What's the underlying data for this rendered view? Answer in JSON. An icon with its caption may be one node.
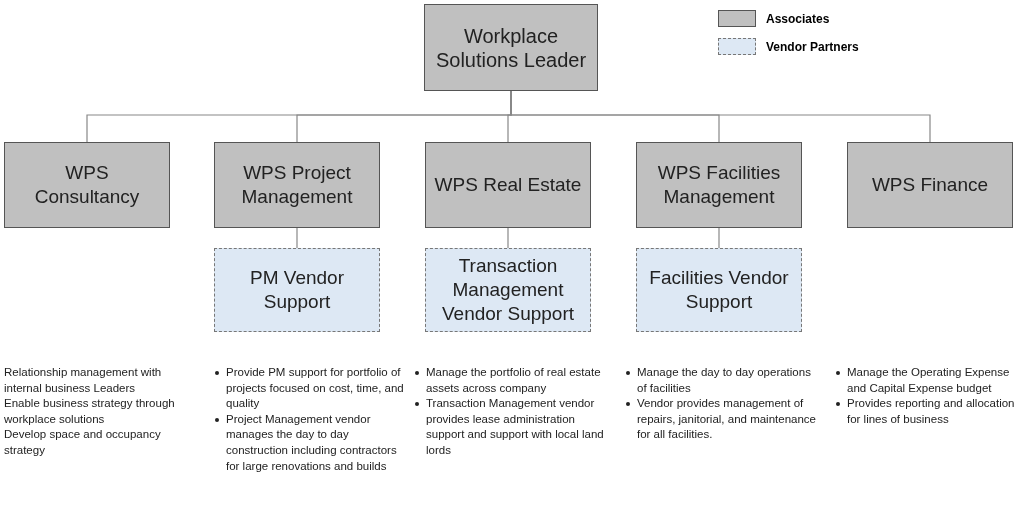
{
  "diagram": {
    "nodes": [
      {
        "text": [
          "Workplace Solutions Leader"
        ]
      },
      {
        "text": [
          "WPS Consultancy"
        ],
        "beside": [
          "Relationship management with internal business Leaders",
          "Enable business strategy through workplace solutions",
          "Develop space and occupancy strategy"
        ]
      },
      {
        "text": [
          "WPS Project Management"
        ],
        "beside": [
          "Provide PM support for portfolio of projects focused on cost, time, and quality",
          "Project Management vendor manages the day to day construction including contractors for large renovations and builds"
        ]
      },
      {
        "text": [
          "WPS Real Estate"
        ],
        "beside": [
          "Manage the portfolio of real estate assets across company",
          "Transaction Management vendor provides lease administration support and support with local land lords"
        ]
      },
      {
        "text": [
          "WPS Facilities Management"
        ],
        "beside": [
          "Manage the day to day operations of facilities",
          "Vendor provides management of repairs, janitorial, and maintenance for all facilities."
        ]
      },
      {
        "text": [
          "WPS Finance"
        ],
        "beside": [
          "Manage the Operating Expense and Capital Expense budget",
          "Provides reporting and allocation for lines of business"
        ]
      },
      {
        "text": [
          "PM Vendor Support"
        ]
      },
      {
        "text": [
          "Transaction Management Vendor Support"
        ]
      },
      {
        "text": [
          "Facilities Vendor Support"
        ]
      }
    ],
    "edges": [
      {
        "from": 0,
        "to": 1,
        "arrow": "none"
      },
      {
        "from": 0,
        "to": 2,
        "arrow": "none"
      },
      {
        "from": 0,
        "to": 3,
        "arrow": "none"
      },
      {
        "from": 0,
        "to": 4,
        "arrow": "none"
      },
      {
        "from": 0,
        "to": 5,
        "arrow": "none"
      },
      {
        "from": 2,
        "to": 6,
        "arrow": "none"
      },
      {
        "from": 3,
        "to": 7,
        "arrow": "none"
      },
      {
        "from": 4,
        "to": 8,
        "arrow": "none"
      }
    ],
    "legend": [
      {
        "text": "Associates",
        "color": "#c0c0c0"
      },
      {
        "text": "Vendor Partners",
        "color": "#dde8f4"
      }
    ]
  }
}
